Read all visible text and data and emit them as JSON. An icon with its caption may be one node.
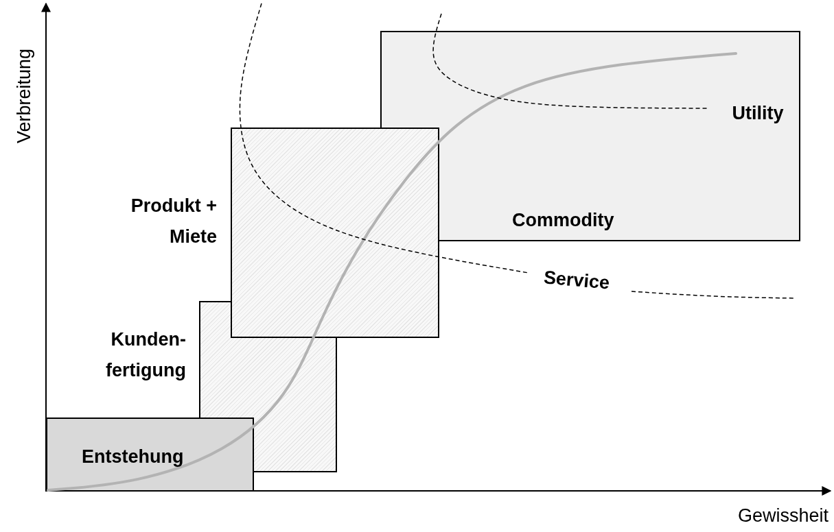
{
  "diagram": {
    "nodes": [
      {
        "text": [
          "Commodity"
        ]
      },
      {
        "text": [
          "Produkt + Miete"
        ]
      },
      {
        "text": [
          "Kunden- fertigung"
        ]
      },
      {
        "text": [
          "Entstehung"
        ]
      }
    ],
    "labels": [
      "Verbreitung",
      "Utility",
      "Service",
      "Gewissheit"
    ]
  }
}
